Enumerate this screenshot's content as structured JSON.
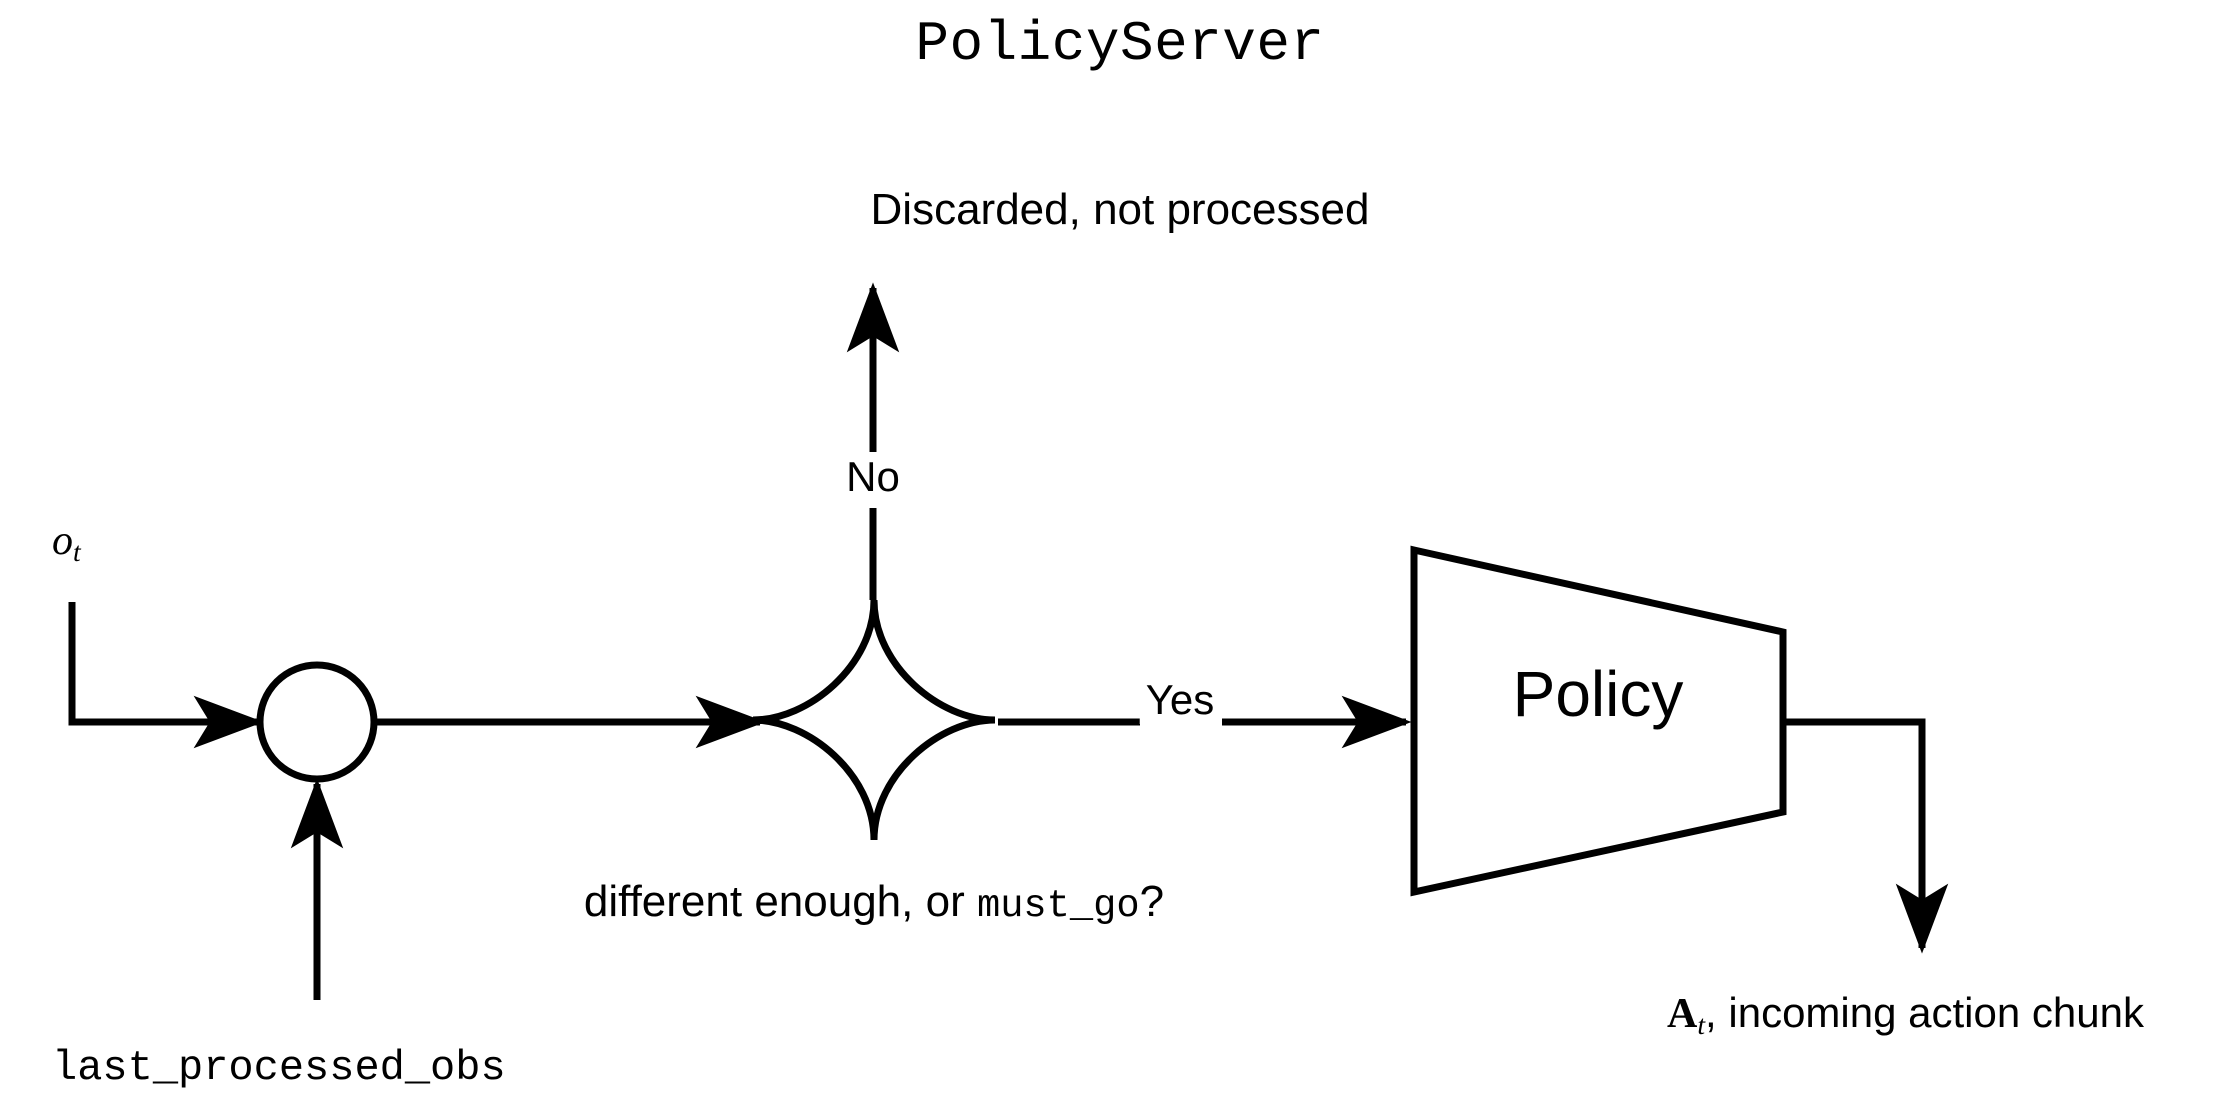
{
  "diagram": {
    "title": "PolicyServer",
    "nodes": {
      "junction": {
        "name": "merge-junction",
        "shape": "circle"
      },
      "decision": {
        "name": "decision-star",
        "shape": "concave-star",
        "label_prefix": "different enough, or ",
        "label_code": "must_go",
        "label_suffix": "?"
      },
      "policy": {
        "name": "policy-block",
        "shape": "trapezoid",
        "label": "Policy"
      }
    },
    "edges": {
      "no_branch": {
        "label": "No",
        "target_text": "Discarded, not processed"
      },
      "yes_branch": {
        "label": "Yes"
      }
    },
    "inputs": {
      "observation": {
        "symbol": "o",
        "subscript": "t"
      },
      "last_processed_obs": {
        "code": "last_processed_obs"
      }
    },
    "outputs": {
      "action_chunk": {
        "symbol": "A",
        "subscript": "t",
        "description": ", incoming action chunk"
      }
    },
    "colors": {
      "stroke": "#000000",
      "background": "#ffffff"
    }
  }
}
